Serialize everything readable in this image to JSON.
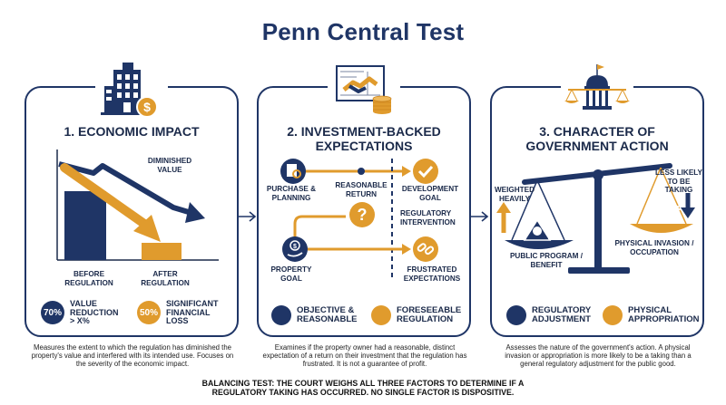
{
  "title": "Penn Central Test",
  "panel1": {
    "title": "1. ECONOMIC IMPACT",
    "diminished_label": "DIMINISHED\nVALUE",
    "before_label": "BEFORE\nREGULATION",
    "after_label": "AFTER\nREGULATION",
    "legend": [
      {
        "badge": "70%",
        "text": "VALUE\nREDUCTION\n> X%"
      },
      {
        "badge": "50%",
        "text": "SIGNIFICANT\nFINANCIAL\nLOSS"
      }
    ],
    "description": "Measures the extent to which the regulation has diminished the property's value and interfered with its intended use. Focuses on the severity of the economic impact."
  },
  "panel2": {
    "title": "2. INVESTMENT-BACKED\nEXPECTATIONS",
    "purchase_label": "PURCHASE &\nPLANNING",
    "return_label": "REASONABLE\nRETURN",
    "development_label": "DEVELOPMENT\nGOAL",
    "intervention_label": "REGULATORY\nINTERVENTION",
    "property_label": "PROPERTY\nGOAL",
    "frustrated_label": "FRUSTRATED\nEXPECTATIONS",
    "legend": [
      {
        "text": "OBJECTIVE &\nREASONABLE"
      },
      {
        "text": "FORESEEABLE\nREGULATION"
      }
    ],
    "description": "Examines if the property owner had a reasonable, distinct expectation of a return on their investment that the regulation has frustrated. It is not a guarantee of profit."
  },
  "panel3": {
    "title": "3. CHARACTER OF\nGOVERNMENT ACTION",
    "weighted_label": "WEIGHTED\nHEAVILY",
    "less_likely_label": "LESS LIKELY\nTO BE\nTAKING",
    "public_label": "PUBLIC PROGRAM /\nBENEFIT",
    "physical_label": "PHYSICAL INVASION /\nOCCUPATION",
    "legend": [
      {
        "text": "REGULATORY\nADJUSTMENT"
      },
      {
        "text": "PHYSICAL\nAPPROPRIATION"
      }
    ],
    "description": "Assesses the nature of the government's action. A physical invasion or appropriation is more likely to be a taking than a general regulatory adjustment for the public good."
  },
  "footer": "BALANCING TEST: THE COURT WEIGHS ALL THREE FACTORS TO DETERMINE IF A\nREGULATORY TAKING HAS OCCURRED. NO SINGLE FACTOR IS DISPOSITIVE.",
  "colors": {
    "navy": "#1f3566",
    "gold": "#e09b2d"
  }
}
